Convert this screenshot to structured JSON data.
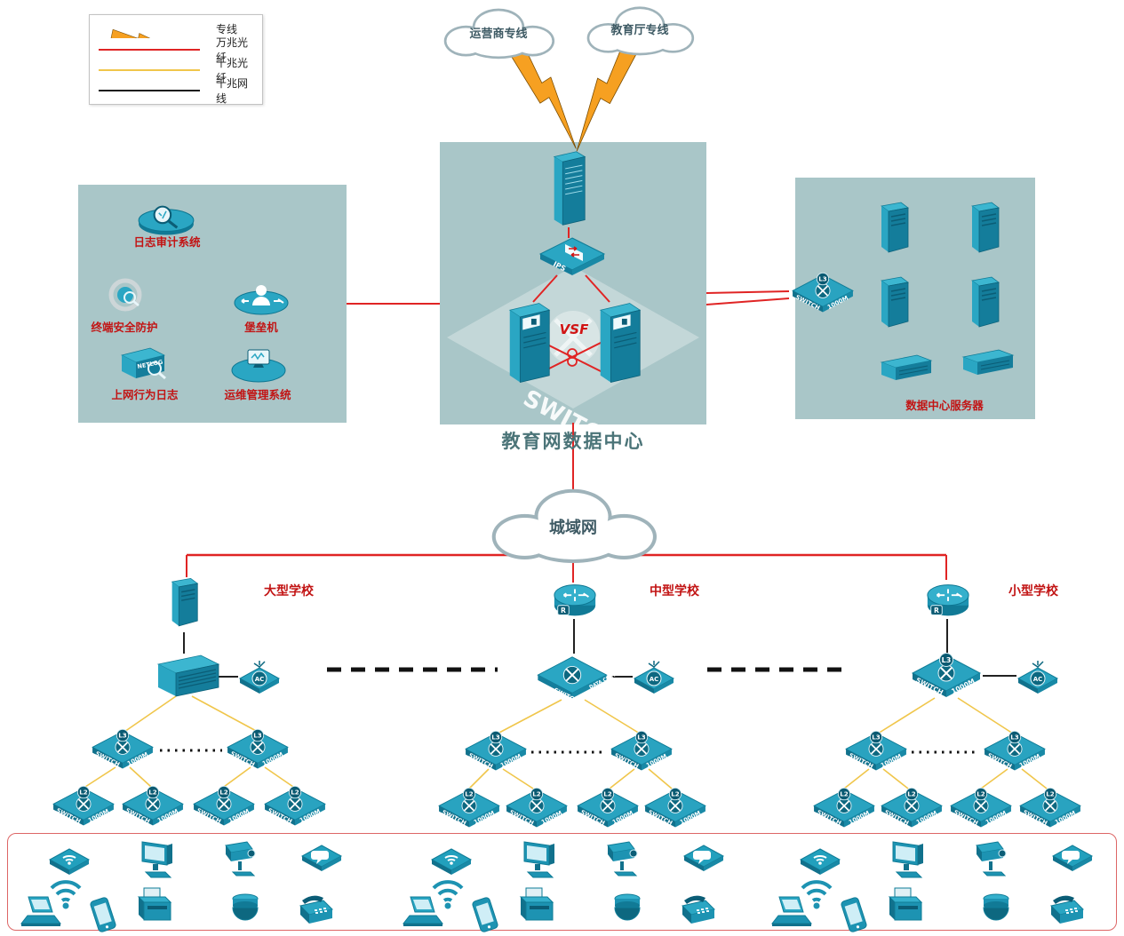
{
  "legend": {
    "items": [
      {
        "label": "专线",
        "type": "bolt",
        "color": "#F6A021"
      },
      {
        "label": "万兆光纤",
        "type": "line",
        "color": "#E02424"
      },
      {
        "label": "千兆光纤",
        "type": "line",
        "color": "#F0C64B"
      },
      {
        "label": "千兆网线",
        "type": "line",
        "color": "#1A1A1A"
      }
    ]
  },
  "clouds": {
    "carrier": "运营商专线",
    "education": "教育厅专线",
    "man": "城域网"
  },
  "datacenter": {
    "title": "教育网数据中心",
    "ips_label": "IPS",
    "vsf_label": "VSF",
    "switch_watermark": "SWITCH"
  },
  "security_panel": {
    "log_audit": "日志审计系统",
    "terminal_protection": "终端安全防护",
    "bastion_host": "堡垒机",
    "netlog_device": "NETLOG",
    "netlog": "上网行为日志",
    "ops_management": "运维管理系统"
  },
  "server_panel": {
    "label": "数据中心服务器"
  },
  "schools": {
    "large": "大型学校",
    "medium": "中型学校",
    "small": "小型学校"
  },
  "labels": {
    "switch": "SWITCH",
    "speed": "1000M",
    "l3": "L3",
    "l2": "L2",
    "ac": "AC",
    "router": "R",
    "data_center": "DATA CENTER"
  }
}
